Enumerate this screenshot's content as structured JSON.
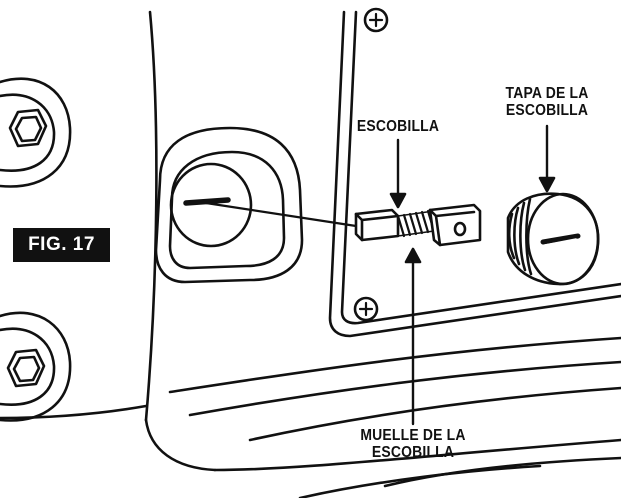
{
  "figure": {
    "tag": "FIG. 17"
  },
  "labels": {
    "brush": "ESCOBILLA",
    "brush_cap_line1": "TAPA DE LA",
    "brush_cap_line2": "ESCOBILLA",
    "brush_spring_line1": "MUELLE DE LA",
    "brush_spring_line2": "ESCOBILLA"
  },
  "colors": {
    "ink": "#111111",
    "paper": "#ffffff",
    "tag_background": "#111111",
    "tag_text": "#ffffff"
  }
}
